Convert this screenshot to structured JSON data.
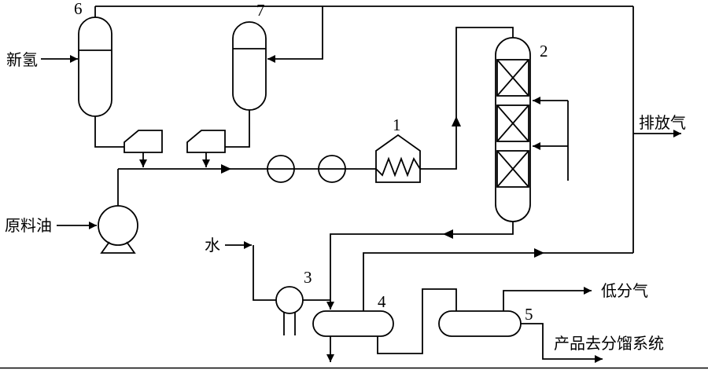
{
  "diagram_type": "process-flow-diagram",
  "labels": {
    "fresh_hydrogen": "新氢",
    "feed_oil": "原料油",
    "water": "水",
    "vent_gas": "排放气",
    "low_pressure_gas": "低分气",
    "product": "产品去分馏系统"
  },
  "equipment": {
    "furnace": "1",
    "reactor": "2",
    "water_injection_pump": "3",
    "high_pressure_separator": "4",
    "low_pressure_separator": "5",
    "fresh_hydrogen_drum": "6",
    "recycle_hydrogen_drum": "7"
  },
  "colors": {
    "line": "#000000",
    "background": "#ffffff",
    "text": "#000000"
  }
}
